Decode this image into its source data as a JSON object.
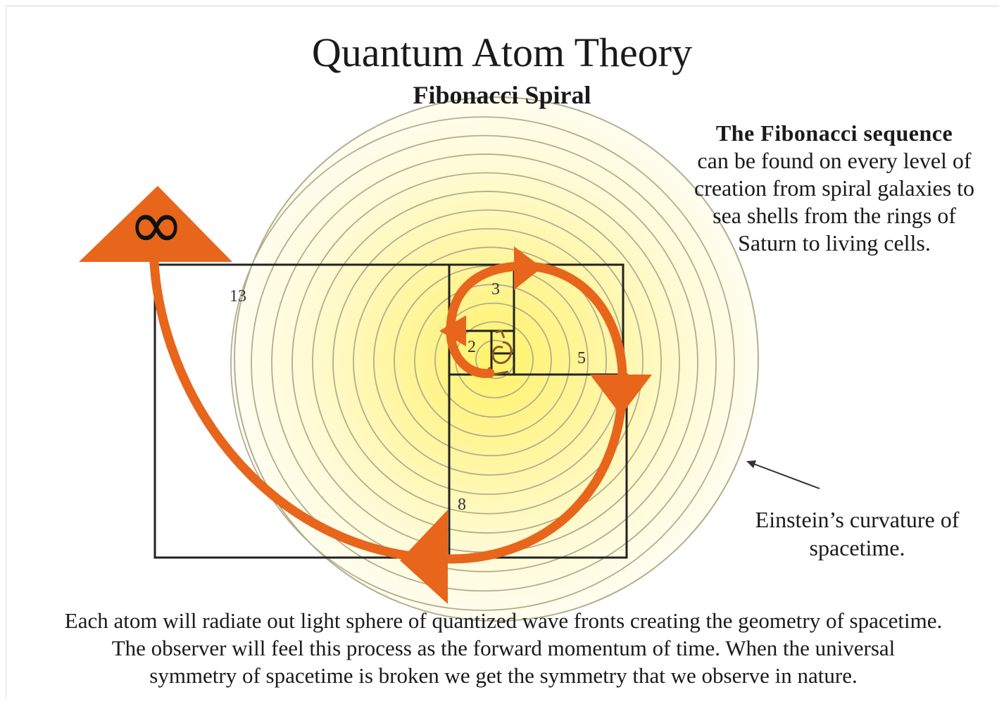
{
  "title": "Quantum Atom Theory",
  "subtitle": "Fibonacci Spiral",
  "infinity_symbol": "∞",
  "side_note": {
    "heading": "The Fibonacci sequence",
    "body": "can be found on every level of creation from spiral galaxies to sea shells from the rings of Saturn to living cells."
  },
  "einstein_label": "Einstein’s curvature of spacetime.",
  "square_labels": [
    "13",
    "8",
    "5",
    "3",
    "2"
  ],
  "caption_lines": [
    "Each atom will radiate out light sphere of quantized wave fronts  creating the geometry of spacetime.",
    "The observer will feel this process as the forward momentum of time. When the universal",
    "symmetry of spacetime is broken we get the symmetry that we observe in nature."
  ],
  "colors": {
    "arrow": "#e8651c",
    "ring_stroke": "#b3ad8c",
    "glow_center": "#fff36a",
    "glow_edge": "#fffbe6",
    "frame": "#222222"
  }
}
